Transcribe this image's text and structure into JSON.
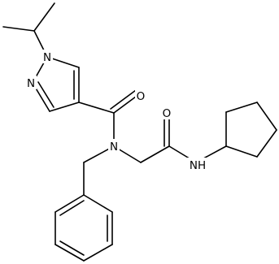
{
  "atom_labels": {
    "n1": "N",
    "n2": "N",
    "carbonyl_o_1": "O",
    "amide_n": "N",
    "carbonyl_o_2": "O",
    "amide_nh": "NH"
  }
}
